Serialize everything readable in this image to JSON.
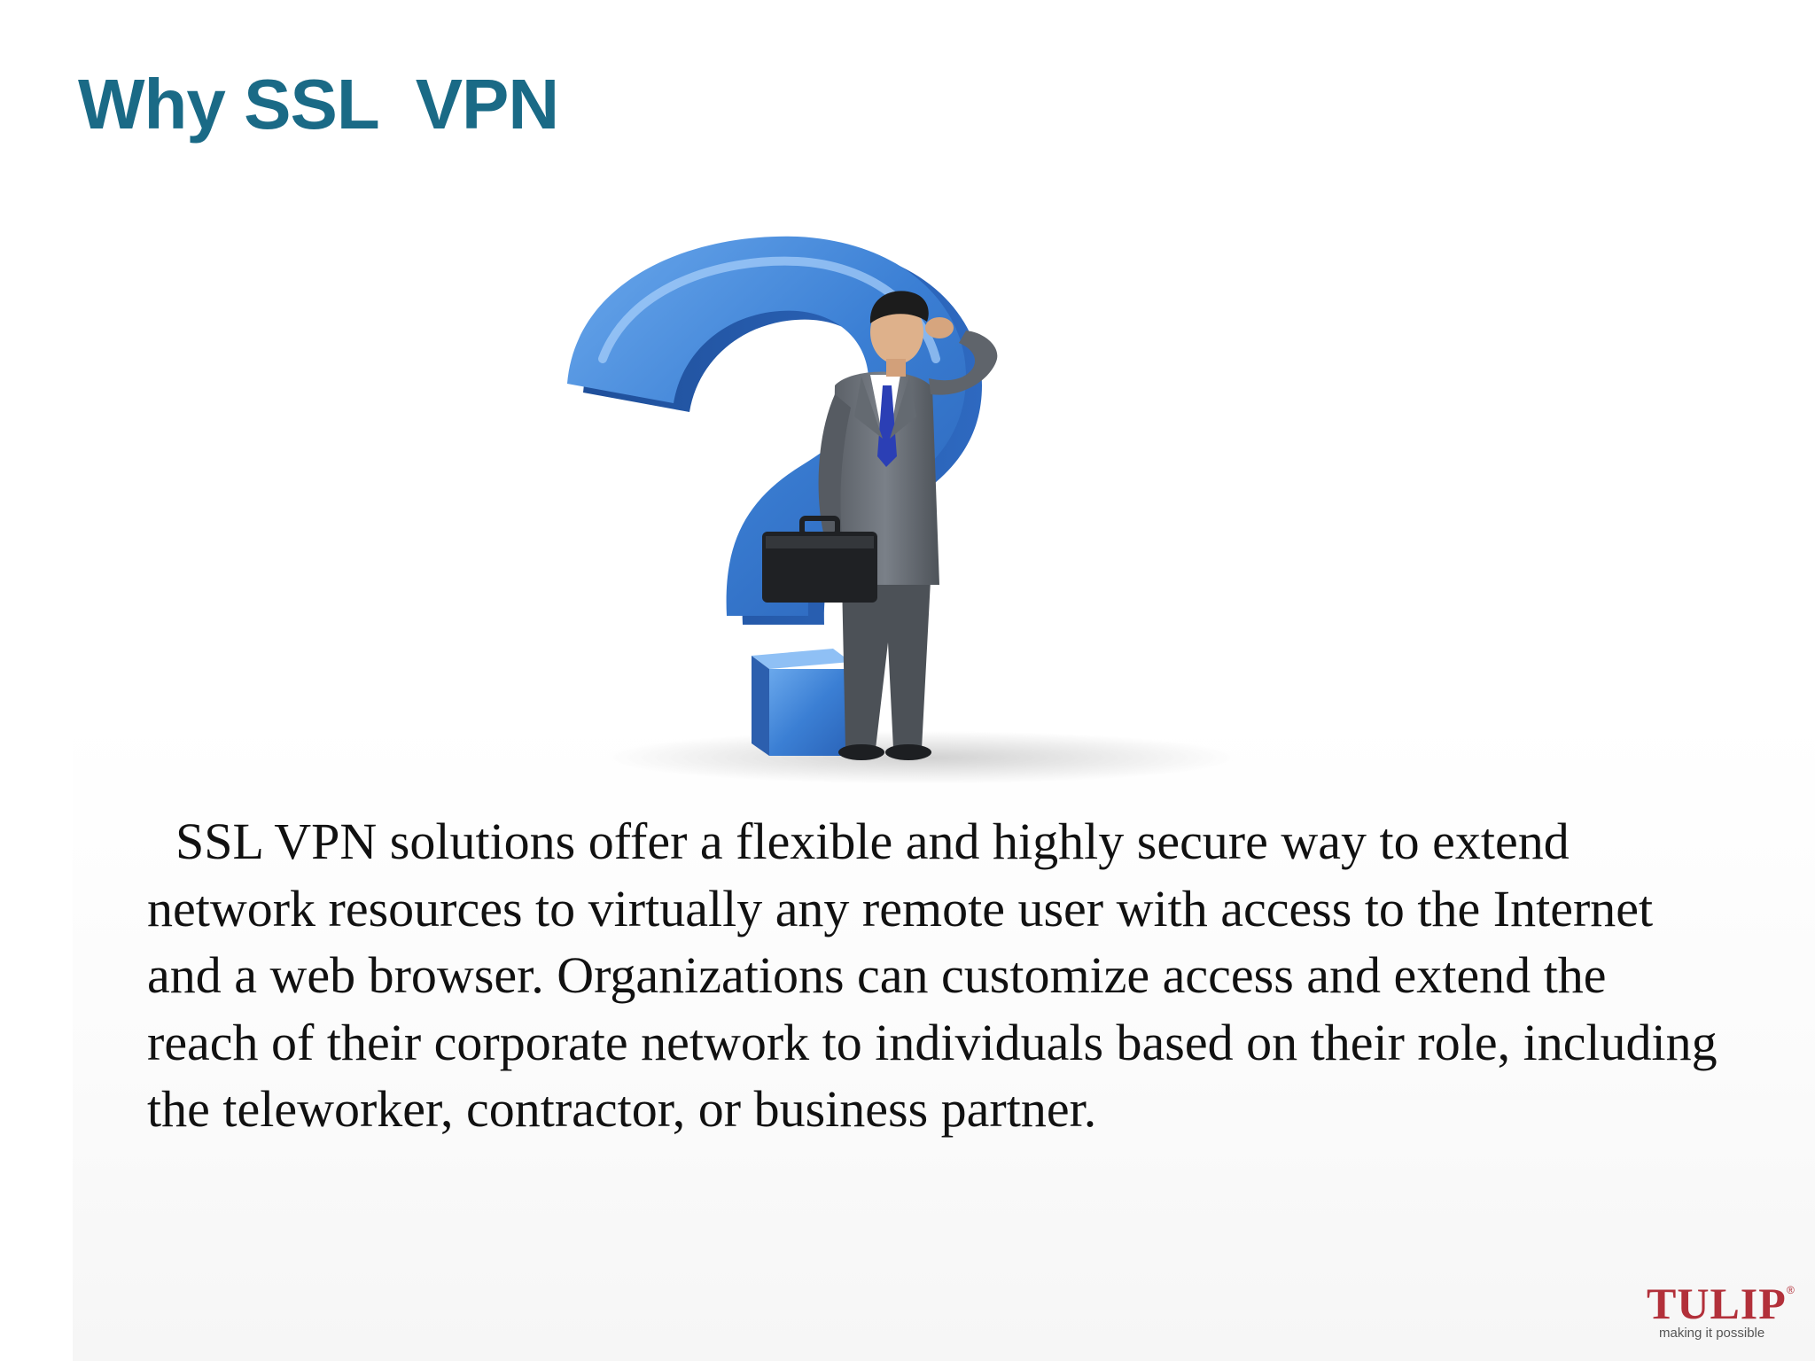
{
  "slide": {
    "title": "Why SSL  VPN",
    "body": "SSL VPN solutions offer a flexible and highly secure way to extend network resources to virtually any remote user with access to the Internet and a web browser. Organizations can customize access and extend the reach of their corporate network to individuals based on their role, including the teleworker, contractor, or business partner."
  },
  "logo": {
    "name": "TULIP",
    "registered": "®",
    "tagline": "making it possible"
  },
  "colors": {
    "title": "#1a6a86",
    "question_mark": "#3b7fd4",
    "logo": "#b2303a"
  },
  "icons": {
    "illustration": "question-mark-businessman-icon"
  }
}
